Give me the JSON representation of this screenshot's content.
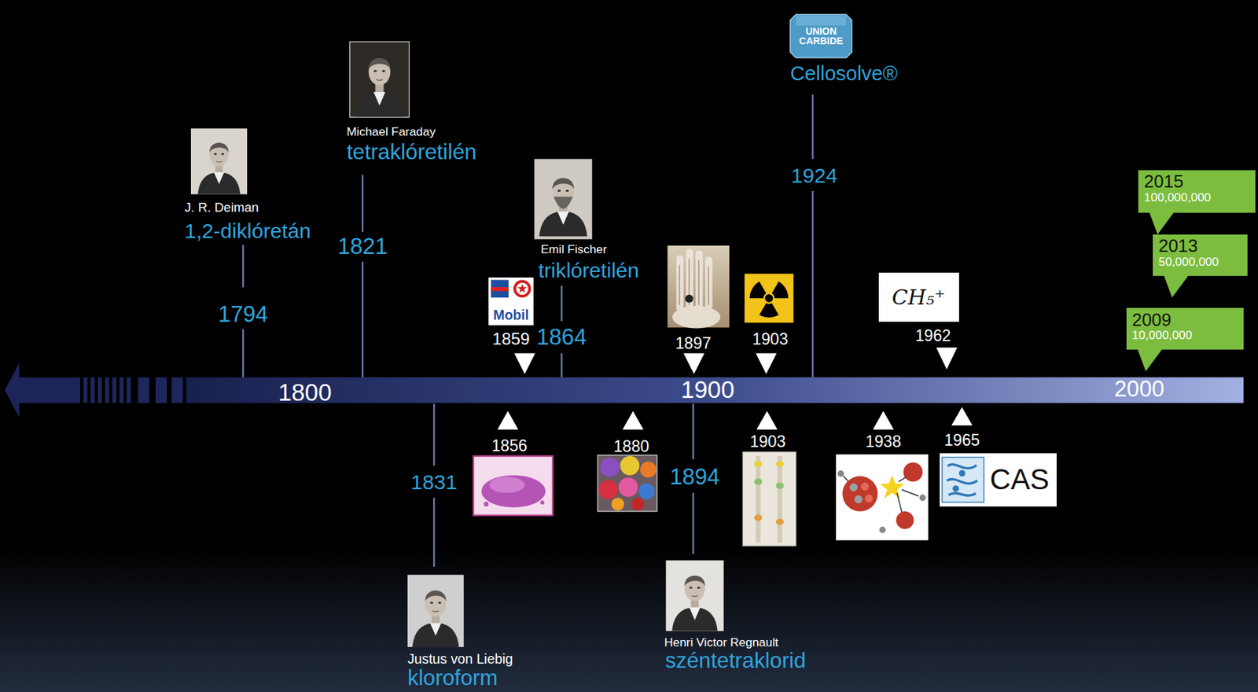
{
  "diagram": {
    "nodes": [
      {
        "text": [
          "UNION CARBIDE"
        ]
      },
      {
        "text": [
          "2015",
          "100,000,000"
        ]
      },
      {
        "text": [
          "2013",
          "50,000,000"
        ]
      },
      {
        "text": [
          "Mobil"
        ]
      },
      {
        "text": [
          "CH₅⁺"
        ]
      },
      {
        "text": [
          "2009",
          "10,000,000"
        ]
      },
      {
        "text": [
          "CAS"
        ]
      }
    ],
    "labels": [
      "J. R. Deiman",
      "1,2-diklóretán",
      "1794",
      "Michael Faraday",
      "tetraklóretilén",
      "1821",
      "Emil Fischer",
      "triklóretilén",
      "1864",
      "1859",
      "1897",
      "1903",
      "Cellosolve®",
      "1924",
      "1962",
      "1800",
      "1900",
      "2000",
      "1856",
      "1831",
      "1880",
      "1894",
      "1903",
      "1938",
      "1965",
      "Henri Victor Regnault",
      "széntetraklorid",
      "Justus von Liebig",
      "kloroform"
    ]
  }
}
